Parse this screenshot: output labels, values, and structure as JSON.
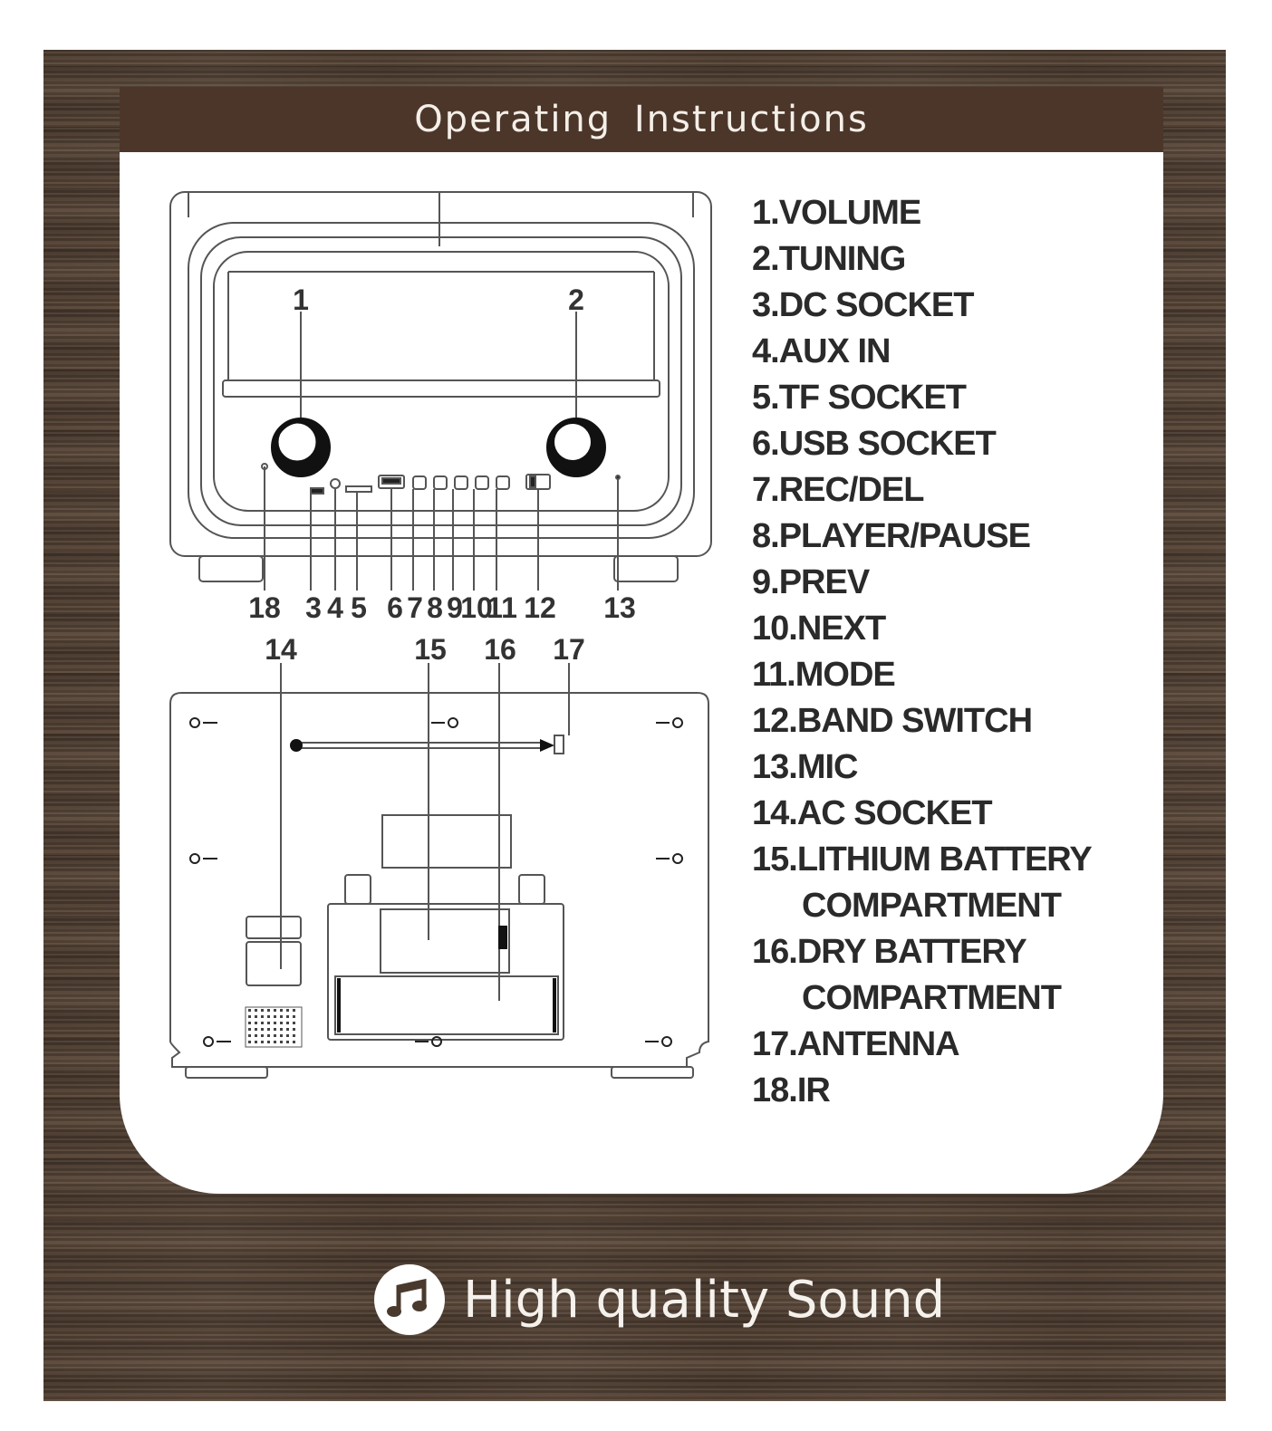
{
  "header": {
    "title": "Operating Instructions"
  },
  "front_callouts": {
    "top": [
      "1",
      "2"
    ],
    "bottom": [
      "18",
      "3",
      "4",
      "5",
      "6",
      "7",
      "8",
      "9",
      "10",
      "11",
      "12",
      "13"
    ]
  },
  "back_callouts": [
    "14",
    "15",
    "16",
    "17"
  ],
  "legend": [
    "1.VOLUME",
    "2.TUNING",
    "3.DC SOCKET",
    "4.AUX IN",
    "5.TF SOCKET",
    "6.USB SOCKET",
    "7.REC/DEL",
    "8.PLAYER/PAUSE",
    "9.PREV",
    "10.NEXT",
    "11.MODE",
    "12.BAND SWITCH",
    "13.MIC",
    "14.AC SOCKET",
    "15.LITHIUM BATTERY",
    "COMPARTMENT",
    "16.DRY BATTERY",
    "COMPARTMENT",
    "17.ANTENNA",
    "18.IR"
  ],
  "footer": {
    "icon": "music-note-icon",
    "text": "High quality Sound"
  },
  "colors": {
    "header_bg": "#4c362a",
    "wood": "#4a3a2e",
    "panel": "#ffffff"
  }
}
